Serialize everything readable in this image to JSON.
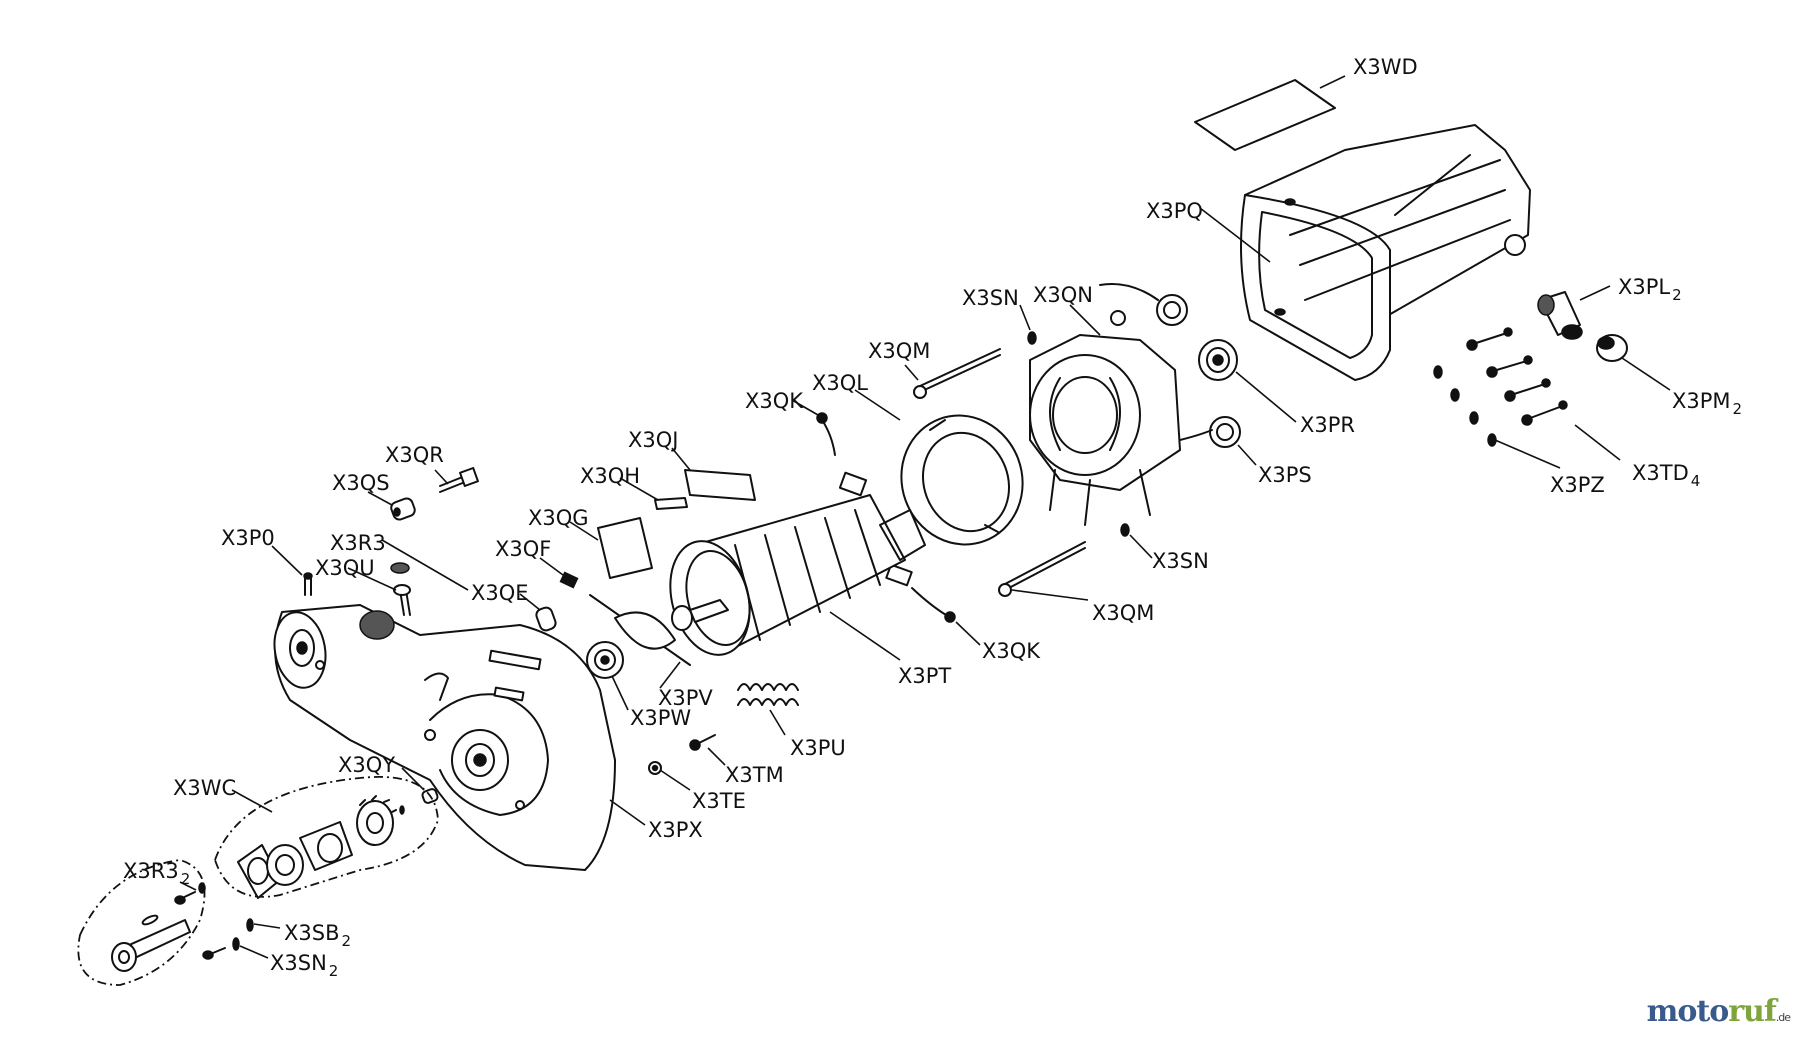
{
  "labels": [
    {
      "id": "X3WD",
      "text": "X3WD",
      "sub": ""
    },
    {
      "id": "X3PQ",
      "text": "X3PQ",
      "sub": ""
    },
    {
      "id": "X3PL",
      "text": "X3PL",
      "sub": "2"
    },
    {
      "id": "X3PM",
      "text": "X3PM",
      "sub": "2"
    },
    {
      "id": "X3PR",
      "text": "X3PR",
      "sub": ""
    },
    {
      "id": "X3PS",
      "text": "X3PS",
      "sub": ""
    },
    {
      "id": "X3PZ",
      "text": "X3PZ",
      "sub": ""
    },
    {
      "id": "X3TD",
      "text": "X3TD",
      "sub": "4"
    },
    {
      "id": "X3SN_a",
      "text": "X3SN",
      "sub": ""
    },
    {
      "id": "X3QN",
      "text": "X3QN",
      "sub": ""
    },
    {
      "id": "X3QM_a",
      "text": "X3QM",
      "sub": ""
    },
    {
      "id": "X3QL",
      "text": "X3QL",
      "sub": ""
    },
    {
      "id": "X3QK_a",
      "text": "X3QK",
      "sub": ""
    },
    {
      "id": "X3QJ",
      "text": "X3QJ",
      "sub": ""
    },
    {
      "id": "X3QH",
      "text": "X3QH",
      "sub": ""
    },
    {
      "id": "X3QG",
      "text": "X3QG",
      "sub": ""
    },
    {
      "id": "X3QF",
      "text": "X3QF",
      "sub": ""
    },
    {
      "id": "X3QE",
      "text": "X3QE",
      "sub": ""
    },
    {
      "id": "X3QR",
      "text": "X3QR",
      "sub": ""
    },
    {
      "id": "X3QS",
      "text": "X3QS",
      "sub": ""
    },
    {
      "id": "X3R3",
      "text": "X3R3",
      "sub": ""
    },
    {
      "id": "X3P0",
      "text": "X3P0",
      "sub": ""
    },
    {
      "id": "X3QU",
      "text": "X3QU",
      "sub": ""
    },
    {
      "id": "X3SN_b",
      "text": "X3SN",
      "sub": ""
    },
    {
      "id": "X3QM_b",
      "text": "X3QM",
      "sub": ""
    },
    {
      "id": "X3QK_b",
      "text": "X3QK",
      "sub": ""
    },
    {
      "id": "X3PT",
      "text": "X3PT",
      "sub": ""
    },
    {
      "id": "X3PV",
      "text": "X3PV",
      "sub": ""
    },
    {
      "id": "X3PW",
      "text": "X3PW",
      "sub": ""
    },
    {
      "id": "X3PU",
      "text": "X3PU",
      "sub": ""
    },
    {
      "id": "X3TM",
      "text": "X3TM",
      "sub": ""
    },
    {
      "id": "X3TE",
      "text": "X3TE",
      "sub": ""
    },
    {
      "id": "X3PX",
      "text": "X3PX",
      "sub": ""
    },
    {
      "id": "X3QY",
      "text": "X3QY",
      "sub": ""
    },
    {
      "id": "X3WC",
      "text": "X3WC",
      "sub": ""
    },
    {
      "id": "X3R3_2",
      "text": "X3R3",
      "sub": "2"
    },
    {
      "id": "X3SB",
      "text": "X3SB",
      "sub": "2"
    },
    {
      "id": "X3SN_c",
      "text": "X3SN",
      "sub": "2"
    }
  ],
  "watermark": {
    "part1": "moto",
    "part2": "ruf",
    "tld": ".de"
  }
}
